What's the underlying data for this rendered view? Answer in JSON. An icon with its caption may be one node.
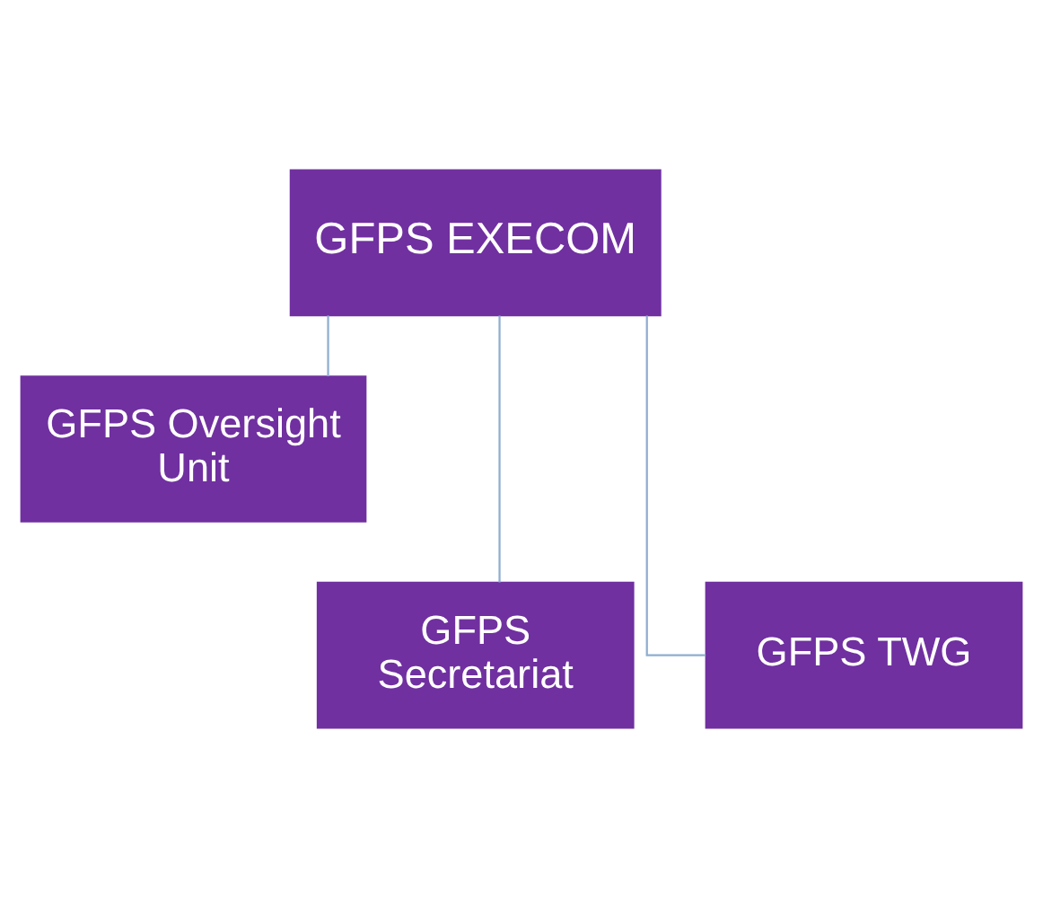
{
  "diagram": {
    "nodes": [
      {
        "text": [
          "GFPS EXECOM"
        ]
      },
      {
        "text": [
          "GFPS Oversight Unit"
        ]
      },
      {
        "text": [
          "GFPS Secretariat"
        ]
      },
      {
        "text": [
          "GFPS TWG"
        ]
      }
    ],
    "edges": [
      {
        "from": 0,
        "to": 1,
        "arrow": "none"
      },
      {
        "from": 0,
        "to": 2,
        "arrow": "none"
      },
      {
        "from": 0,
        "to": 3,
        "arrow": "none"
      }
    ]
  }
}
